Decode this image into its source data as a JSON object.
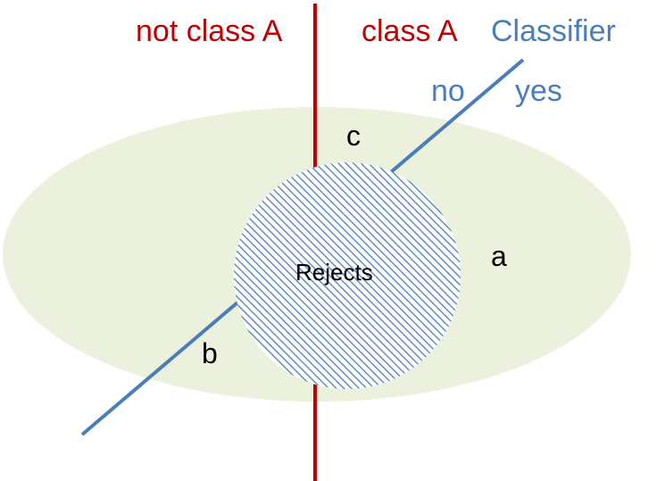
{
  "labels": {
    "not_class_a": "not class A",
    "class_a": "class A",
    "classifier": "Classifier",
    "no": "no",
    "yes": "yes",
    "region_c": "c",
    "region_a": "a",
    "region_b": "b",
    "rejects": "Rejects"
  },
  "colors": {
    "class_boundary": "#c00000",
    "classifier_line": "#4a7ebb",
    "population_fill": "#ebf1dd",
    "rejects_hatch": "#4a7ebb",
    "text": "#000000"
  }
}
